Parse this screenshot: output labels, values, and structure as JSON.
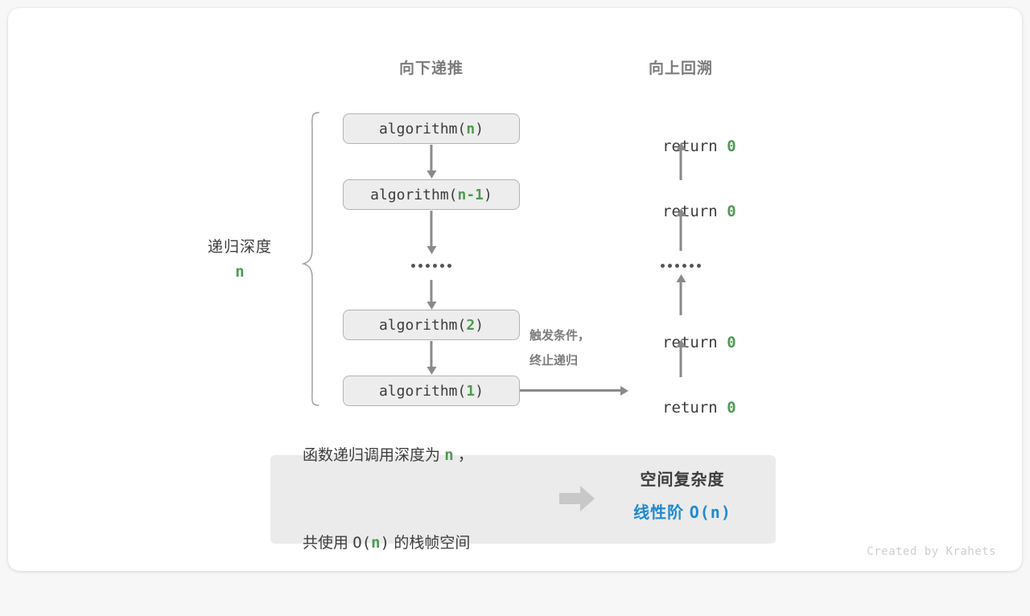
{
  "headers": {
    "down": "向下递推",
    "up": "向上回溯"
  },
  "call_stack": [
    {
      "prefix": "algorithm(",
      "arg": "n",
      "suffix": ")"
    },
    {
      "prefix": "algorithm(",
      "arg": "n-1",
      "suffix": ")"
    },
    {
      "prefix": "algorithm(",
      "arg": "2",
      "suffix": ")"
    },
    {
      "prefix": "algorithm(",
      "arg": "1",
      "suffix": ")"
    }
  ],
  "returns": [
    {
      "keyword": "return ",
      "value": "0"
    },
    {
      "keyword": "return ",
      "value": "0"
    },
    {
      "keyword": "return ",
      "value": "0"
    },
    {
      "keyword": "return ",
      "value": "0"
    }
  ],
  "ellipsis": "••••••",
  "depth": {
    "label": "递归深度",
    "value": "n"
  },
  "trigger_note": {
    "line1": "触发条件，",
    "line2": "终止递归"
  },
  "summary": {
    "left_line1_a": "函数递归调用深度为 ",
    "left_line1_n": "n",
    "left_line1_b": " ，",
    "left_line2_a": "共使用 ",
    "left_line2_o": "O(",
    "left_line2_n": "n",
    "left_line2_c": ")",
    "left_line2_b": " 的栈帧空间",
    "arrow_icon": "right-block-arrow",
    "right_title": "空间复杂度",
    "right_value_label": "线性阶 ",
    "right_value_expr": "O(n)"
  },
  "footer": "Created by Krahets",
  "colors": {
    "green": "#4e9a51",
    "blue": "#1f8ad4",
    "gray_text": "#3c3c3c",
    "gray_muted": "#7c7c7c",
    "box_fill": "#ededed",
    "box_border": "#b3b3b3",
    "arrow": "#8a8a8a",
    "summary_fill": "#ebebeb"
  }
}
